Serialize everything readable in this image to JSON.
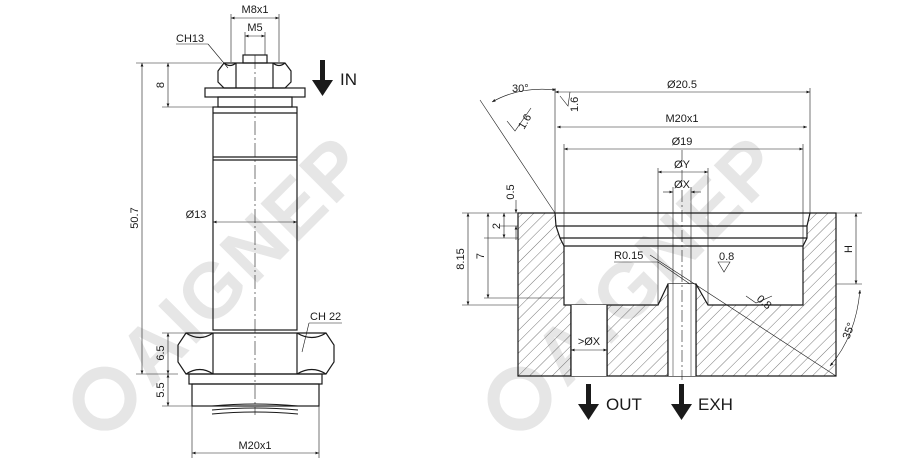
{
  "watermark": "AIGNEP",
  "left_view": {
    "dims": {
      "m8x1": "M8x1",
      "m5": "M5",
      "ch13": "CH13",
      "eight": "8",
      "fifty": "50.7",
      "d13": "Ø13",
      "ch22": "CH 22",
      "six5": "6.5",
      "five5": "5.5",
      "m20x1": "M20x1"
    },
    "flow_label": "IN"
  },
  "right_view": {
    "dims": {
      "angle30": "30°",
      "r16a": "1.6",
      "r16b": "1.6",
      "d205": "Ø20.5",
      "m20x1": "M20x1",
      "d19": "Ø19",
      "dy": "ØY",
      "dx": "ØX",
      "zero5": "0.5",
      "two": "2",
      "seven": "7",
      "eight15": "8.15",
      "r015": "R0.15",
      "r08a": "0.8",
      "r08b": "0.8",
      "h": "H",
      "angle35": "35°",
      "gtdx": ">ØX"
    },
    "out_label": "OUT",
    "exh_label": "EXH"
  },
  "colors": {
    "line": "#1a1a1a",
    "watermark": "#e6e6e6",
    "hatch": "#555555"
  }
}
